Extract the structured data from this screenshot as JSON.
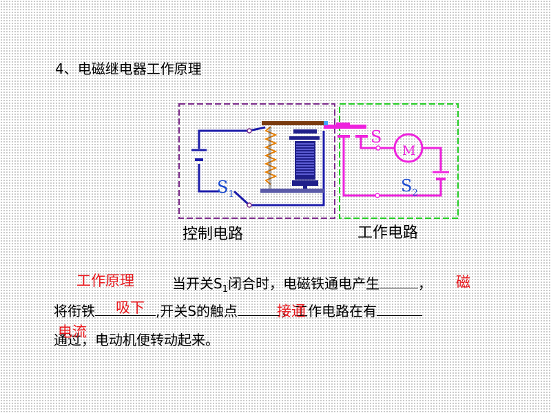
{
  "title": "4、电磁继电器工作原理",
  "diagram": {
    "label_control": "控制电路",
    "label_work": "工作电路",
    "switch_s1": "S",
    "switch_s1_sub": "1",
    "switch_s": "S",
    "switch_s2": "S",
    "switch_s2_sub": "2",
    "motor": "M",
    "colors": {
      "control_frame": "#7b2a8a",
      "work_frame": "#22cc22",
      "control_wire": "#1a1aa8",
      "work_wire": "#ee22dd",
      "spring": "#e67e00",
      "armature": "#7a3b10"
    }
  },
  "principle": {
    "heading": "工作原理",
    "line1_a": "当开关S",
    "line1_sub": "1",
    "line1_b": "闭合时，电磁铁通电产生",
    "line1_c": "，",
    "line2_a": "将衔铁",
    "line2_b": ",开关S的触点",
    "line2_c": "，工作电路在有",
    "line3": "通过，电动机便转动起来。",
    "answer_magnetism": "磁",
    "answer_attract": "吸下",
    "answer_connect": "接通",
    "answer_current": "电流"
  }
}
